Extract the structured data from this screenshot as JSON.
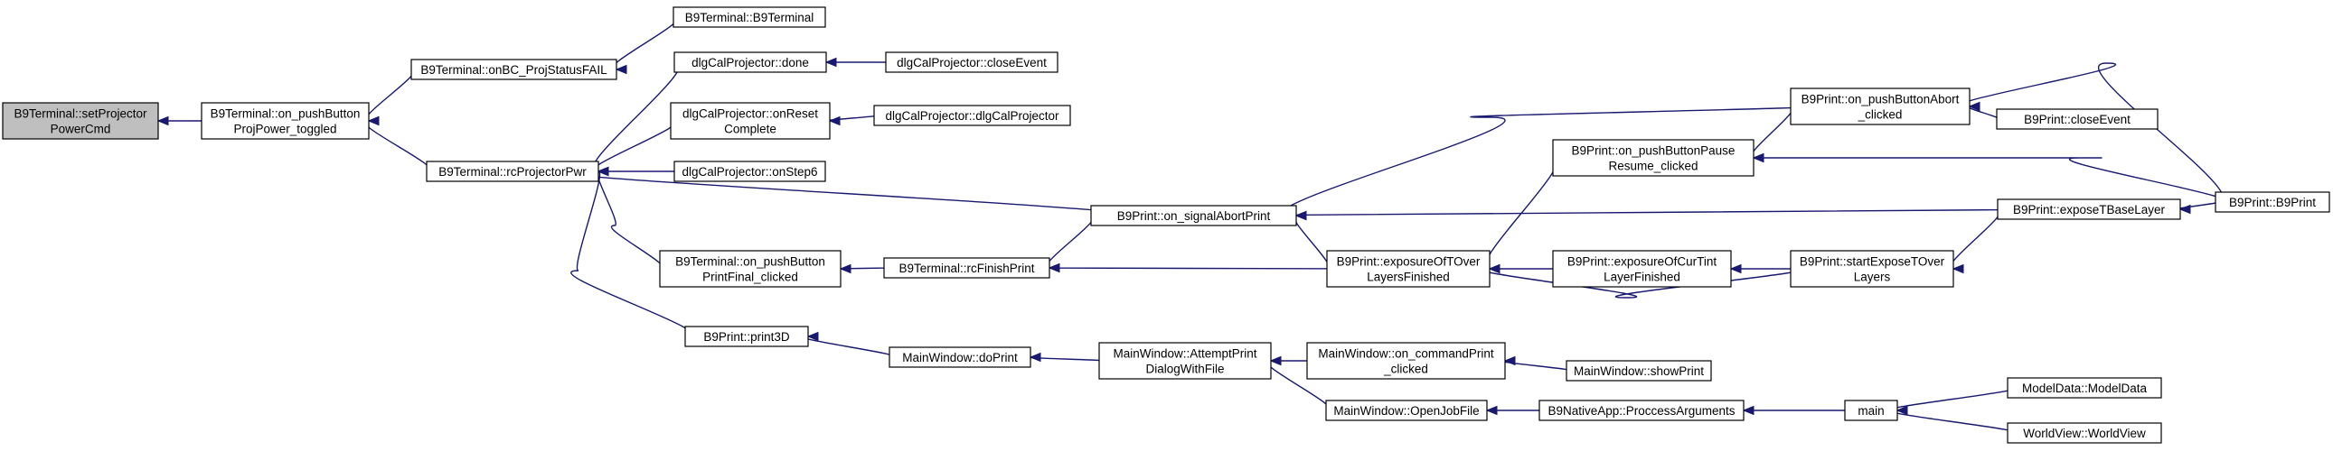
{
  "graph": {
    "nodes": {
      "n0": [
        "B9Terminal::setProjector",
        "PowerCmd"
      ],
      "n1": [
        "B9Terminal::on_pushButton",
        "ProjPower_toggled"
      ],
      "n2": [
        "B9Terminal::onBC_ProjStatusFAIL"
      ],
      "n3": [
        "B9Terminal::rcProjectorPwr"
      ],
      "n4": [
        "B9Terminal::B9Terminal"
      ],
      "n5": [
        "dlgCalProjector::done"
      ],
      "n6": [
        "dlgCalProjector::onReset",
        "Complete"
      ],
      "n7": [
        "dlgCalProjector::onStep6"
      ],
      "n8": [
        "B9Terminal::on_pushButton",
        "PrintFinal_clicked"
      ],
      "n9": [
        "B9Print::print3D"
      ],
      "n10": [
        "dlgCalProjector::closeEvent"
      ],
      "n11": [
        "dlgCalProjector::dlgCalProjector"
      ],
      "n12": [
        "B9Print::on_signalAbortPrint"
      ],
      "n13": [
        "B9Terminal::rcFinishPrint"
      ],
      "n14": [
        "MainWindow::doPrint"
      ],
      "n15": [
        "MainWindow::AttemptPrint",
        "DialogWithFile"
      ],
      "n16": [
        "B9Print::exposureOfTOver",
        "LayersFinished"
      ],
      "n17": [
        "B9Print::on_pushButtonPause",
        "Resume_clicked"
      ],
      "n18": [
        "B9Print::on_pushButtonAbort",
        "_clicked"
      ],
      "n19": [
        "B9Print::exposureOfCurTint",
        "LayerFinished"
      ],
      "n20": [
        "B9Print::startExposeTOver",
        "Layers"
      ],
      "n21": [
        "MainWindow::on_commandPrint",
        "_clicked"
      ],
      "n22": [
        "MainWindow::OpenJobFile"
      ],
      "n23": [
        "B9NativeApp::ProccessArguments"
      ],
      "n24": [
        "main"
      ],
      "n25": [
        "MainWindow::showPrint"
      ],
      "n26": [
        "B9Print::closeEvent"
      ],
      "n27": [
        "B9Print::exposeTBaseLayer"
      ],
      "n28": [
        "B9Print::B9Print"
      ],
      "n29": [
        "ModelData::ModelData"
      ],
      "n30": [
        "WorldView::WorldView"
      ]
    },
    "root": "n0",
    "edges": [
      [
        "n1",
        "n0"
      ],
      [
        "n2",
        "n1"
      ],
      [
        "n3",
        "n1"
      ],
      [
        "n4",
        "n2"
      ],
      [
        "n5",
        "n3"
      ],
      [
        "n6",
        "n3"
      ],
      [
        "n7",
        "n3"
      ],
      [
        "n8",
        "n3"
      ],
      [
        "n9",
        "n3"
      ],
      [
        "n12",
        "n3"
      ],
      [
        "n10",
        "n5"
      ],
      [
        "n11",
        "n6"
      ],
      [
        "n13",
        "n8"
      ],
      [
        "n14",
        "n9"
      ],
      [
        "n12",
        "n13"
      ],
      [
        "n16",
        "n13"
      ],
      [
        "n18",
        "n12"
      ],
      [
        "n16",
        "n12"
      ],
      [
        "n27",
        "n12"
      ],
      [
        "n15",
        "n14"
      ],
      [
        "n21",
        "n15"
      ],
      [
        "n22",
        "n15"
      ],
      [
        "n17",
        "n16"
      ],
      [
        "n19",
        "n16"
      ],
      [
        "n20",
        "n16"
      ],
      [
        "n18",
        "n17"
      ],
      [
        "n28",
        "n17"
      ],
      [
        "n26",
        "n18"
      ],
      [
        "n28",
        "n18"
      ],
      [
        "n20",
        "n19"
      ],
      [
        "n27",
        "n20"
      ],
      [
        "n28",
        "n27"
      ],
      [
        "n25",
        "n21"
      ],
      [
        "n23",
        "n22"
      ],
      [
        "n24",
        "n23"
      ],
      [
        "n29",
        "n24"
      ],
      [
        "n30",
        "n24"
      ]
    ]
  },
  "colors": {
    "edge": "#191970",
    "node_fill": "#ffffff",
    "root_fill": "#bfbfbf",
    "node_border": "#000000"
  }
}
